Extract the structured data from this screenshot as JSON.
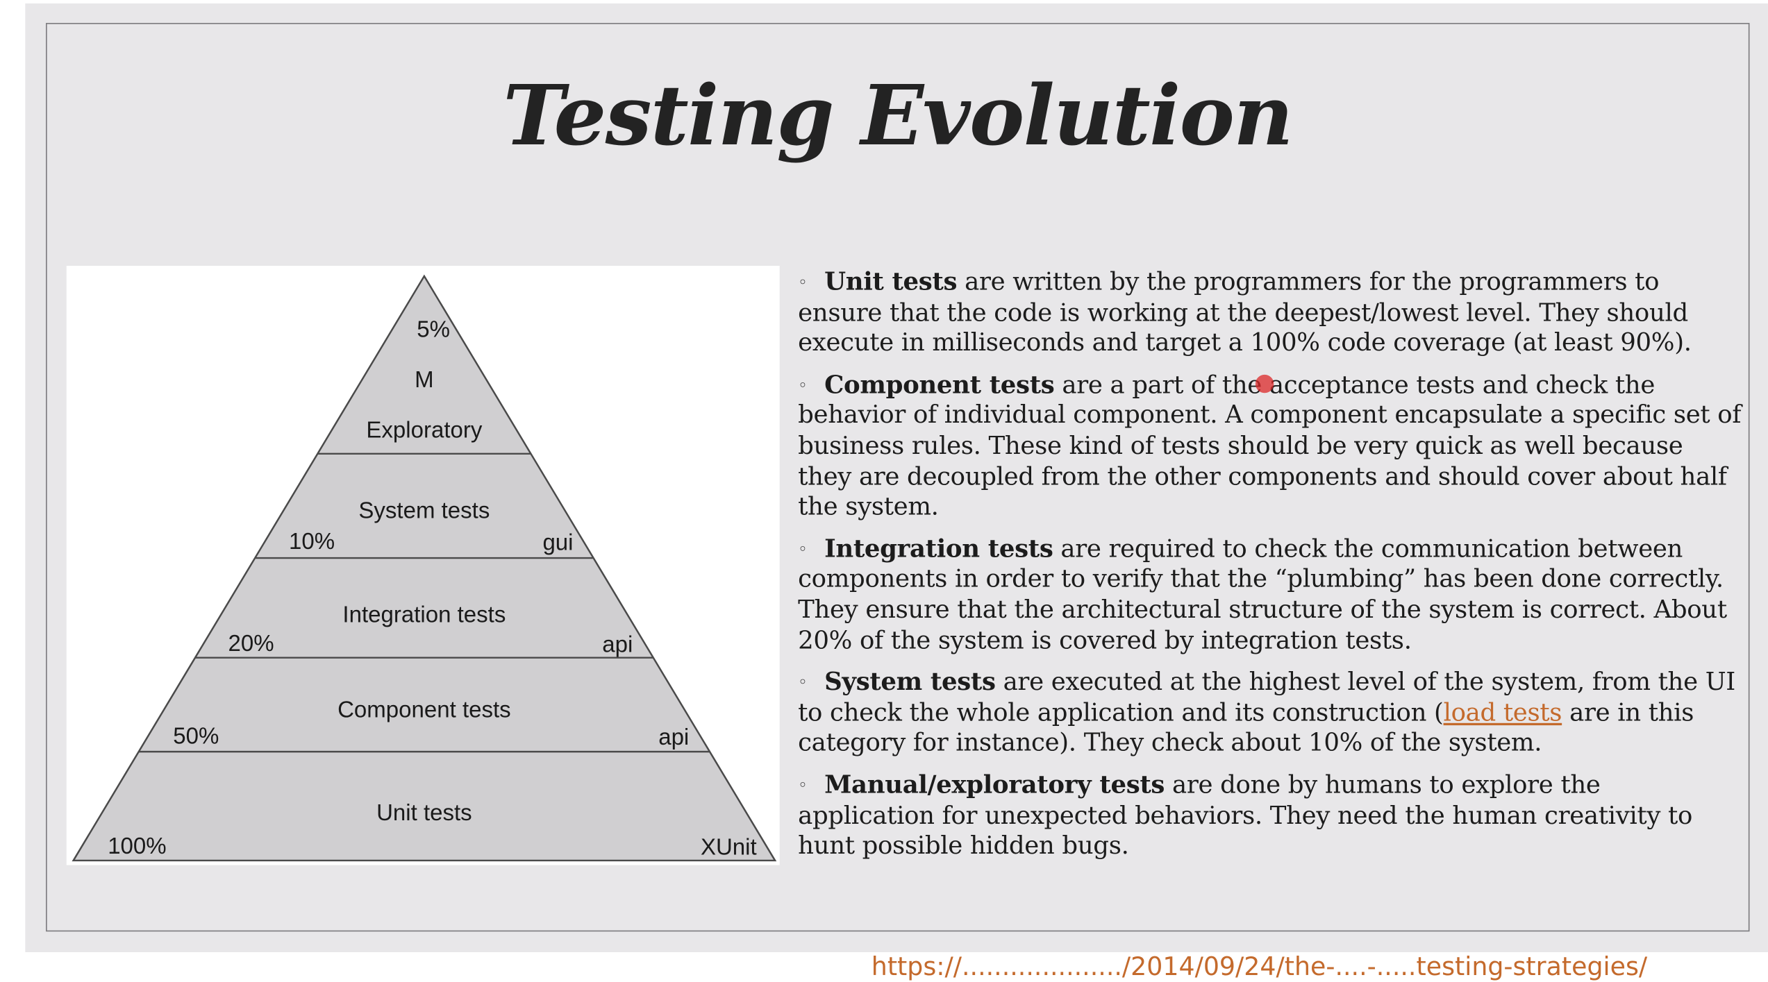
{
  "slide": {
    "title": "Testing Evolution",
    "bottom_link": "https://..................../2014/09/24/the-....-.....testing-strategies/"
  },
  "pyramid": {
    "layers": [
      {
        "name": "Exploratory",
        "top_mark": "5%",
        "middle_mark": "M",
        "left_pct": "",
        "right_tag": ""
      },
      {
        "name": "System tests",
        "left_pct": "10%",
        "right_tag": "gui"
      },
      {
        "name": "Integration tests",
        "left_pct": "20%",
        "right_tag": "api"
      },
      {
        "name": "Component tests",
        "left_pct": "50%",
        "right_tag": "api"
      },
      {
        "name": "Unit tests",
        "left_pct": "100%",
        "right_tag": "XUnit"
      }
    ]
  },
  "bullets": [
    {
      "term": "Unit tests",
      "text": " are written by the programmers for the programmers to ensure that the code is working at the deepest/lowest level. They should execute in milliseconds and target a 100% code coverage (at least 90%)."
    },
    {
      "term": "Component tests",
      "text": " are a part of the acceptance tests and check the behavior of individual component. A component encapsulate a specific set of business rules. These kind of tests should be very quick as well because they are decoupled from the other components and should cover about half the system."
    },
    {
      "term": "Integration tests",
      "text": " are required to check the communication between components in order to verify that the “plumbing” has been done correctly. They ensure that the architectural structure of the system is correct. About 20% of the system is covered by integration tests."
    },
    {
      "term": "System tests",
      "text_before": " are executed at the highest level of the system, from the UI to check the whole application and its construction (",
      "link": "load tests",
      "text_after": " are in this category for instance). They check about 10% of the system."
    },
    {
      "term": "Manual/exploratory tests",
      "text": " are done by humans to explore the application for unexpected behaviors. They need the human creativity to hunt possible hidden bugs."
    }
  ],
  "colors": {
    "slide_background": "#e8e7e9",
    "pyramid_fill": "#d0cfd1",
    "link": "#c46a2c",
    "text": "#1c1c1c"
  }
}
